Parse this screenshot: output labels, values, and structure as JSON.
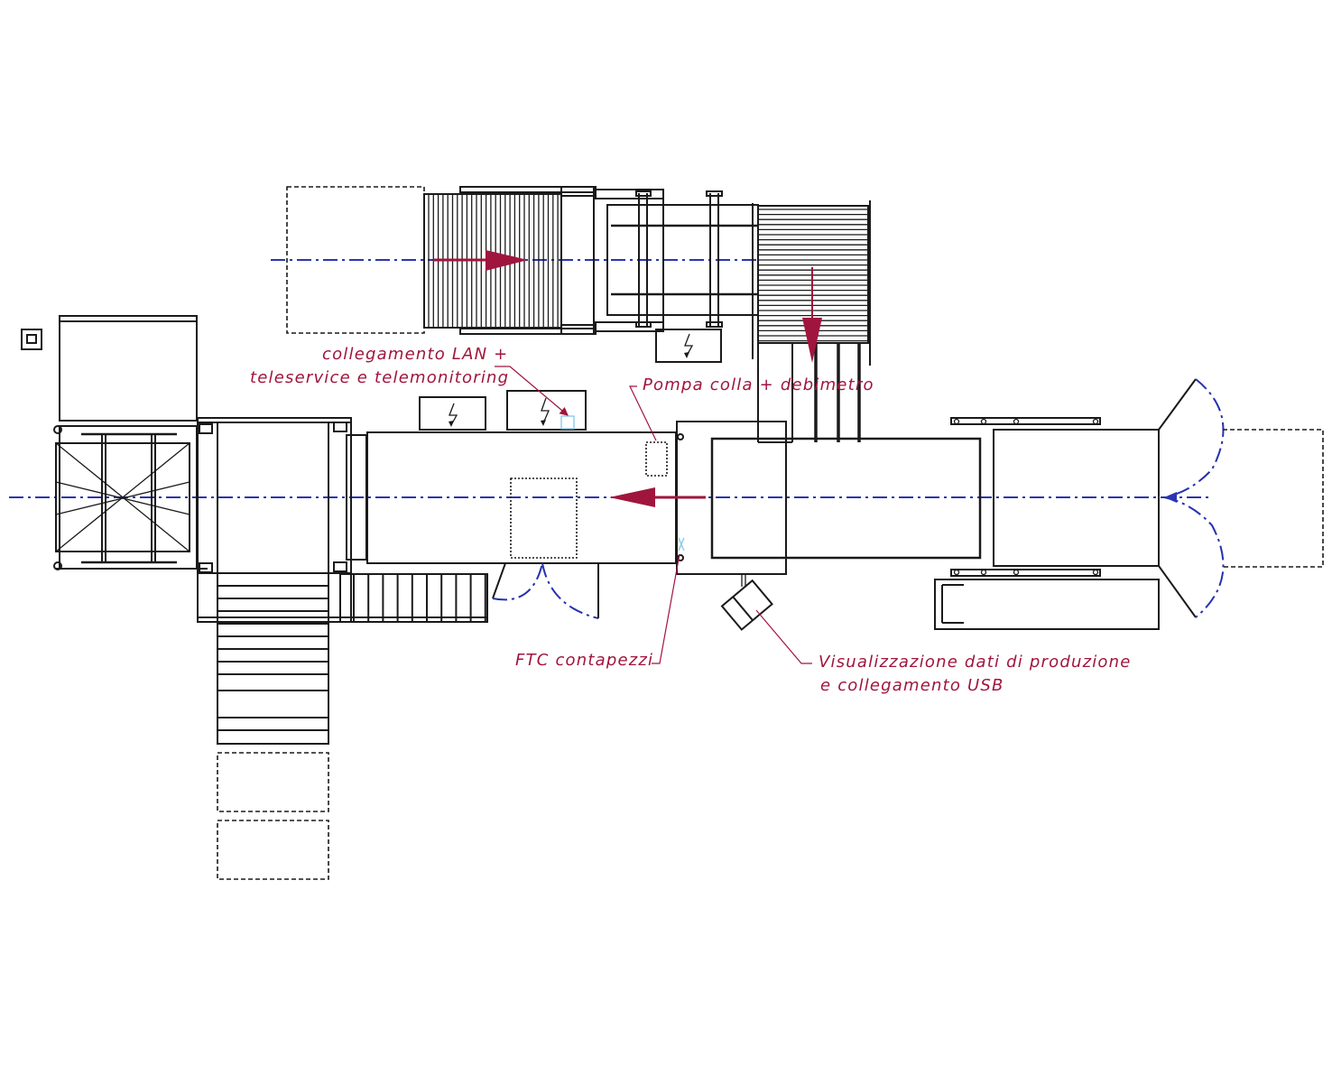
{
  "drawing": {
    "colors": {
      "line": "#1a1a1a",
      "axis": "#2b35b0",
      "flow_arrow": "#a0153e",
      "annotation": "#a0153e",
      "sensor": "#7fc8e8"
    },
    "annotations": {
      "lan": [
        "collegamento LAN +",
        "teleservice e telemonitoring"
      ],
      "glue_pump": "Pompa colla + debimetro",
      "counter": "FTC contapezzi",
      "production_display": [
        "Visualizzazione dati di produzione",
        "e collegamento USB"
      ]
    },
    "icons": {
      "electrical_panel": "lightning-icon",
      "flow": "arrow-icon"
    }
  }
}
